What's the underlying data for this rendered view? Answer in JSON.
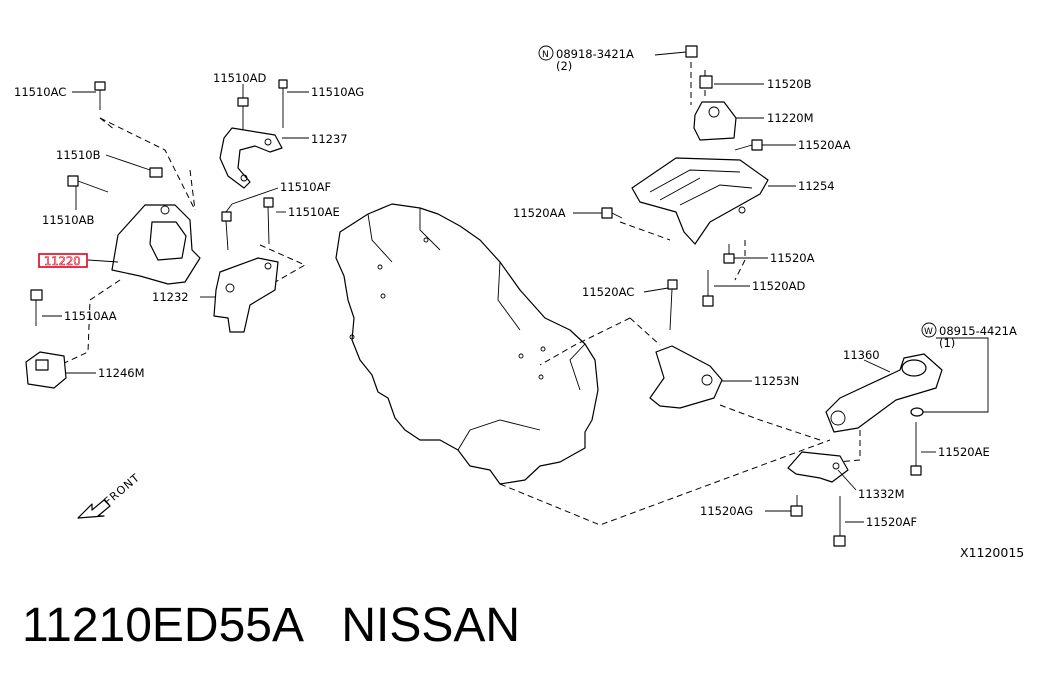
{
  "diagram": {
    "labels": {
      "p11510AC": "11510AC",
      "p11510AD": "11510AD",
      "p11510AG": "11510AG",
      "p11237": "11237",
      "p11510B": "11510B",
      "p11510AB": "11510AB",
      "p11220": "11220",
      "p11510AF": "11510AF",
      "p11510AE": "11510AE",
      "p11232": "11232",
      "p11510AA": "11510AA",
      "p11246M": "11246M",
      "n08918": "08918-3421A",
      "n08918_qty": "(2)",
      "p11520B": "11520B",
      "p11220M": "11220M",
      "p11520AA_r": "11520AA",
      "p11254": "11254",
      "p11520AA_l": "11520AA",
      "p11520A": "11520A",
      "p11520AC": "11520AC",
      "p11520AD": "11520AD",
      "w08915": "08915-4421A",
      "w08915_qty": "(1)",
      "p11360": "11360",
      "p11253N": "11253N",
      "p11520AE": "11520AE",
      "p11332M": "11332M",
      "p11520AG": "11520AG",
      "p11520AF": "11520AF",
      "front": "FRONT",
      "ref_code": "X1120015",
      "prefix_n": "N",
      "prefix_w": "W"
    },
    "highlight_color": "#e0001a"
  },
  "footer": {
    "part_number": "11210ED55A",
    "brand": "NISSAN"
  }
}
